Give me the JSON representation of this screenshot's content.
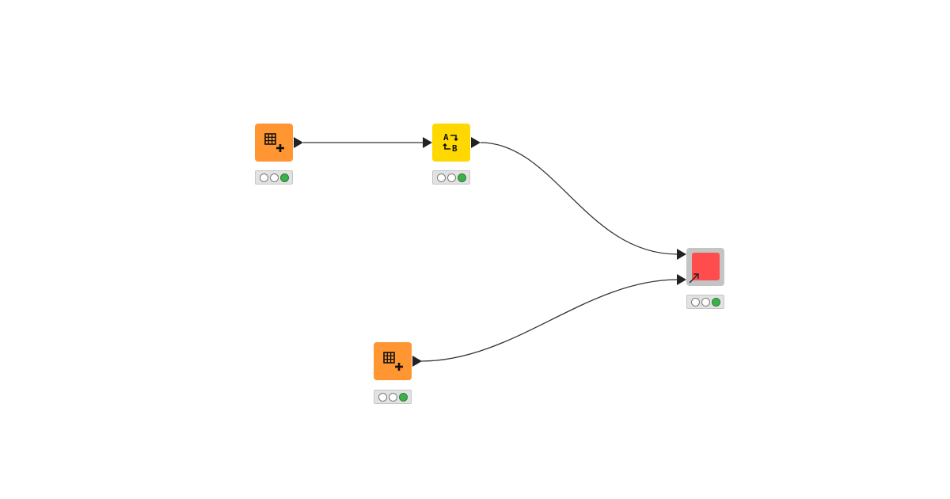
{
  "workflow": {
    "background": "#ffffff",
    "connection_color": "#333333",
    "nodes": [
      {
        "id": "table-creator-1",
        "type": "table-creator",
        "icon": "table-add-icon",
        "color": "#ff9632",
        "status": [
          "off",
          "off",
          "green"
        ]
      },
      {
        "id": "string-manipulation",
        "type": "string-manipulation",
        "icon": "a-to-b-icon",
        "color": "#ffd800",
        "status": [
          "off",
          "off",
          "green"
        ]
      },
      {
        "id": "table-creator-2",
        "type": "table-creator",
        "icon": "table-add-icon",
        "color": "#ff9632",
        "status": [
          "off",
          "off",
          "green"
        ]
      },
      {
        "id": "component",
        "type": "component",
        "icon": "link-arrow-icon",
        "color": "#ff4d4d",
        "frame_color": "#c4c4c4",
        "status": [
          "off",
          "off",
          "green"
        ]
      }
    ],
    "connections": [
      {
        "from": "table-creator-1",
        "to": "string-manipulation",
        "to_port": 0
      },
      {
        "from": "string-manipulation",
        "to": "component",
        "to_port": 0
      },
      {
        "from": "table-creator-2",
        "to": "component",
        "to_port": 1
      }
    ]
  }
}
